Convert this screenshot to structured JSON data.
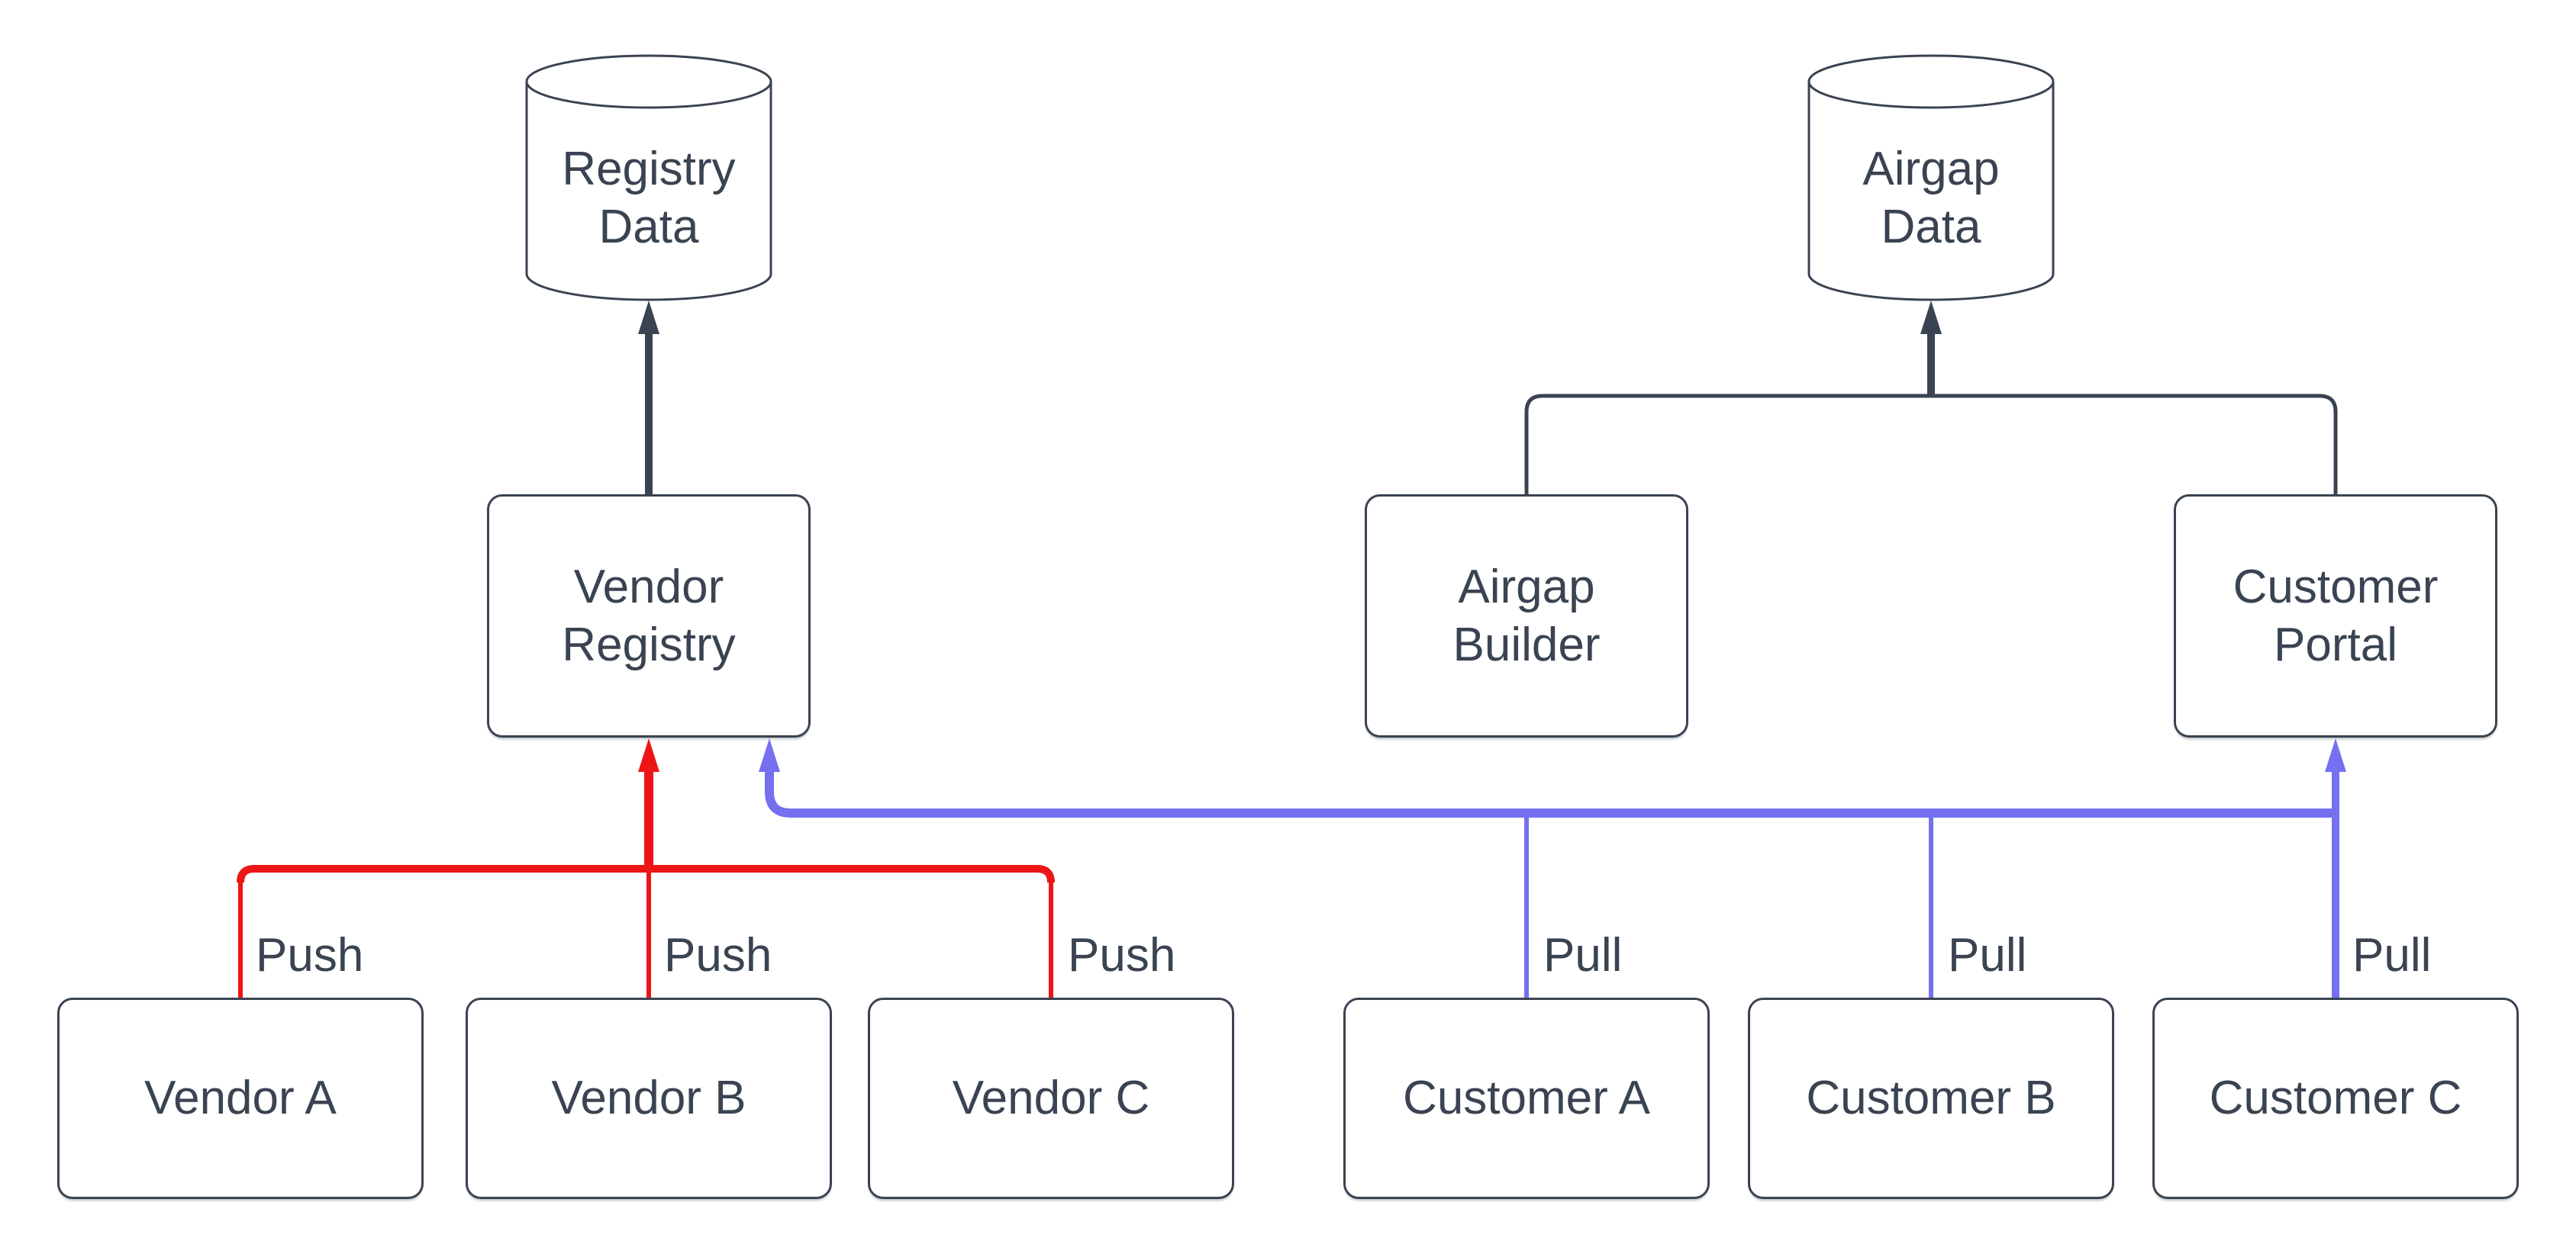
{
  "colors": {
    "ink": "#3a4351",
    "push": "#ed1515",
    "pull": "#7470f0",
    "shape_fill": "#ffffff"
  },
  "nodes": {
    "registry_data": {
      "label": "Registry\nData",
      "shape": "cylinder"
    },
    "airgap_data": {
      "label": "Airgap\nData",
      "shape": "cylinder"
    },
    "vendor_registry": {
      "label": "Vendor\nRegistry",
      "shape": "rounded-rect"
    },
    "airgap_builder": {
      "label": "Airgap\nBuilder",
      "shape": "rounded-rect"
    },
    "customer_portal": {
      "label": "Customer\nPortal",
      "shape": "rounded-rect"
    },
    "vendor_a": {
      "label": "Vendor A",
      "shape": "rounded-rect"
    },
    "vendor_b": {
      "label": "Vendor B",
      "shape": "rounded-rect"
    },
    "vendor_c": {
      "label": "Vendor C",
      "shape": "rounded-rect"
    },
    "customer_a": {
      "label": "Customer A",
      "shape": "rounded-rect"
    },
    "customer_b": {
      "label": "Customer B",
      "shape": "rounded-rect"
    },
    "customer_c": {
      "label": "Customer C",
      "shape": "rounded-rect"
    }
  },
  "edge_labels": {
    "push": [
      "Push",
      "Push",
      "Push"
    ],
    "pull": [
      "Pull",
      "Pull",
      "Pull"
    ]
  },
  "edges": [
    {
      "from": "vendor_registry",
      "to": "registry_data",
      "color": "ink"
    },
    {
      "from": "airgap_builder",
      "to": "airgap_data",
      "color": "ink"
    },
    {
      "from": "customer_portal",
      "to": "airgap_data",
      "color": "ink"
    },
    {
      "from": "vendor_a",
      "to": "vendor_registry",
      "label": "Push",
      "color": "push"
    },
    {
      "from": "vendor_b",
      "to": "vendor_registry",
      "label": "Push",
      "color": "push"
    },
    {
      "from": "vendor_c",
      "to": "vendor_registry",
      "label": "Push",
      "color": "push"
    },
    {
      "from": "customer_a",
      "to": "vendor_registry",
      "label": "Pull",
      "color": "pull"
    },
    {
      "from": "customer_b",
      "to": "vendor_registry",
      "label": "Pull",
      "color": "pull"
    },
    {
      "from": "customer_c",
      "to": "vendor_registry",
      "label": "Pull",
      "color": "pull"
    },
    {
      "from": "customer_c_line",
      "to": "customer_portal",
      "color": "pull"
    }
  ]
}
